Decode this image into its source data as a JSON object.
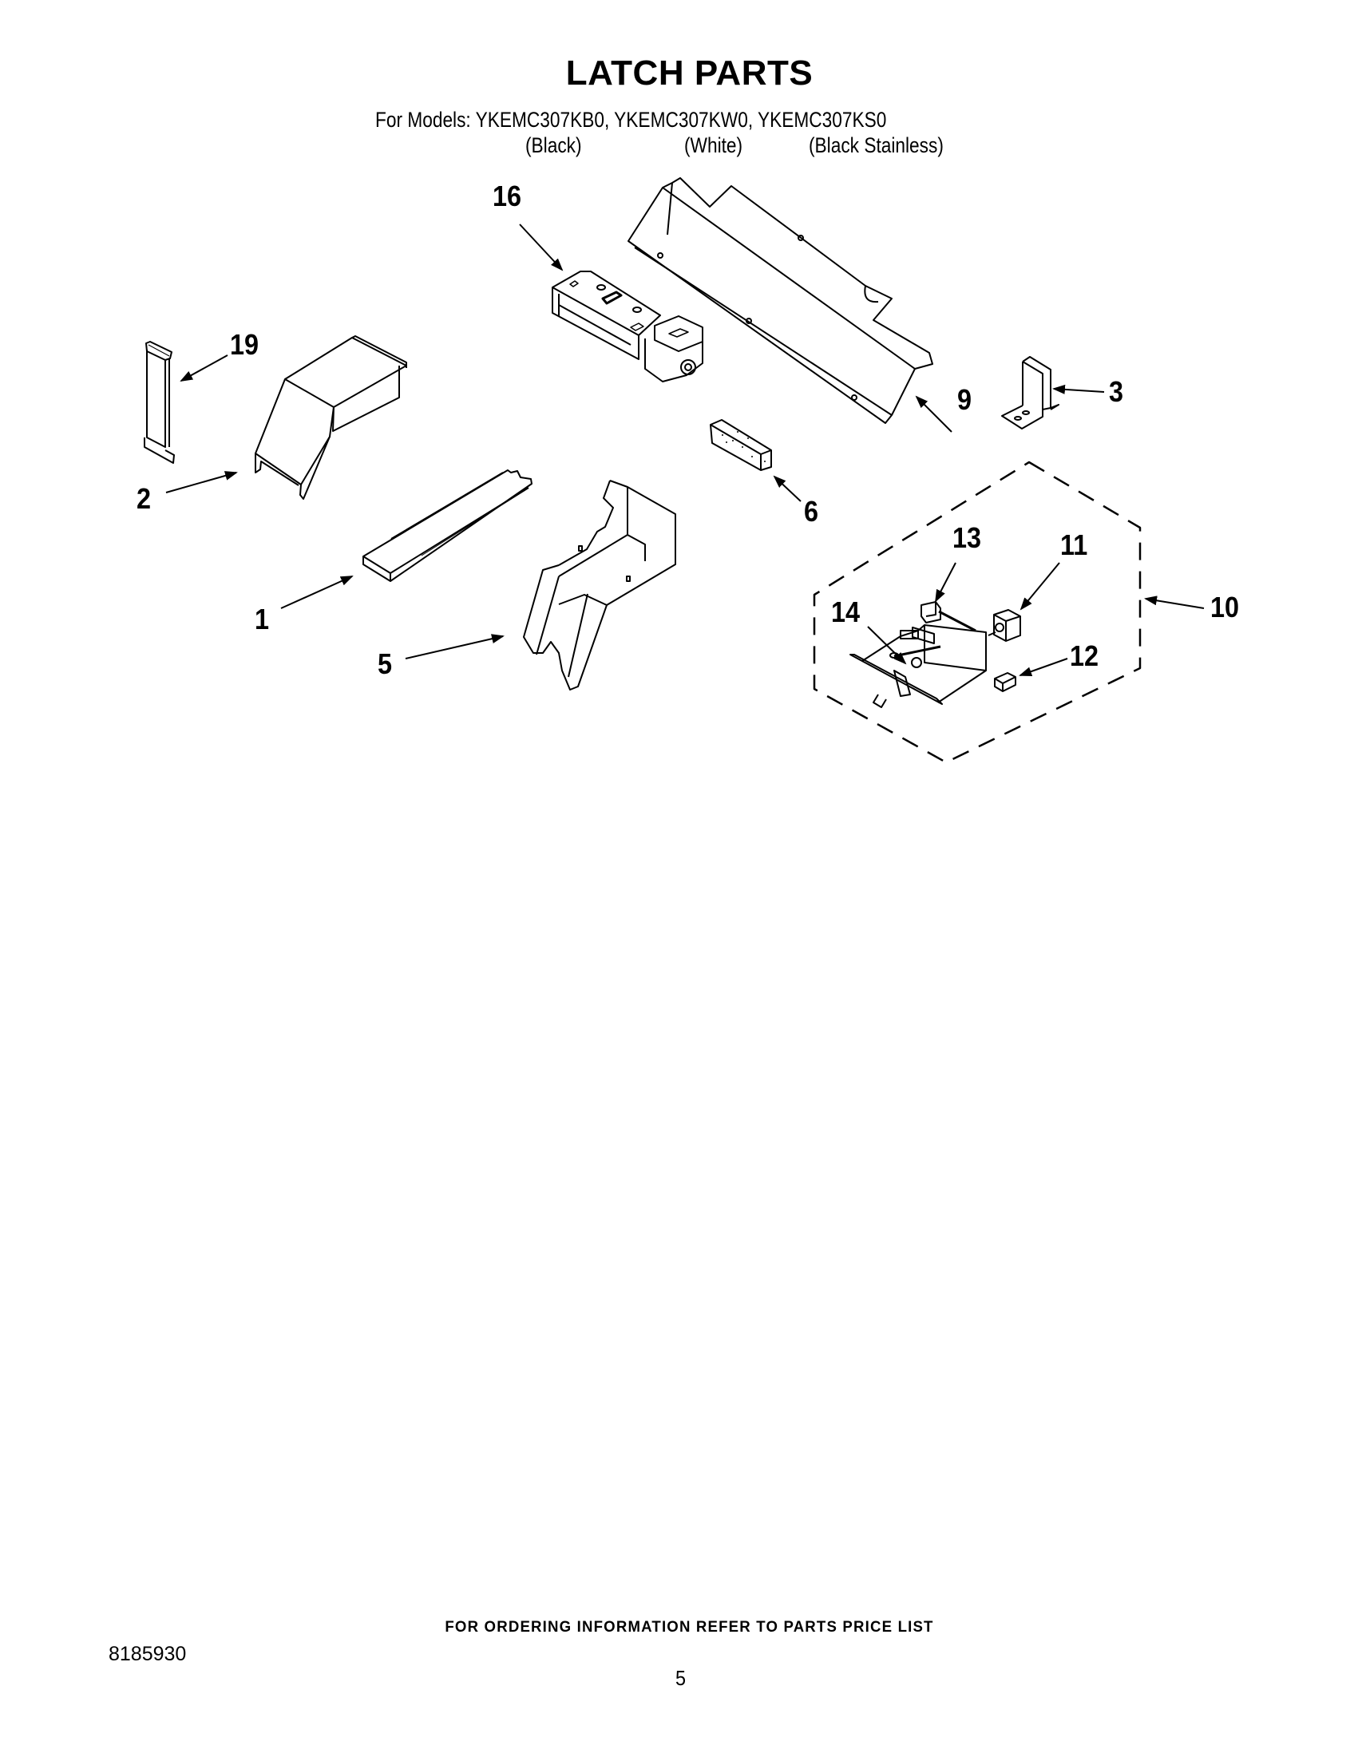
{
  "header": {
    "title": "LATCH PARTS",
    "models_line": "For Models: YKEMC307KB0, YKEMC307KW0, YKEMC307KS0",
    "models": [
      {
        "model": "YKEMC307KB0",
        "variant": "(Black)"
      },
      {
        "model": "YKEMC307KW0",
        "variant": "(White)"
      },
      {
        "model": "YKEMC307KS0",
        "variant": "(Black Stainless)"
      }
    ]
  },
  "diagram": {
    "callouts": [
      {
        "id": "16",
        "label": "16"
      },
      {
        "id": "19",
        "label": "19"
      },
      {
        "id": "2",
        "label": "2"
      },
      {
        "id": "1",
        "label": "1"
      },
      {
        "id": "5",
        "label": "5"
      },
      {
        "id": "9",
        "label": "9"
      },
      {
        "id": "3",
        "label": "3"
      },
      {
        "id": "6",
        "label": "6"
      },
      {
        "id": "13",
        "label": "13"
      },
      {
        "id": "11",
        "label": "11"
      },
      {
        "id": "10",
        "label": "10"
      },
      {
        "id": "14",
        "label": "14"
      },
      {
        "id": "12",
        "label": "12"
      }
    ]
  },
  "footer": {
    "note": "FOR ORDERING INFORMATION REFER TO PARTS PRICE LIST",
    "doc_number": "8185930",
    "page_number": "5"
  }
}
